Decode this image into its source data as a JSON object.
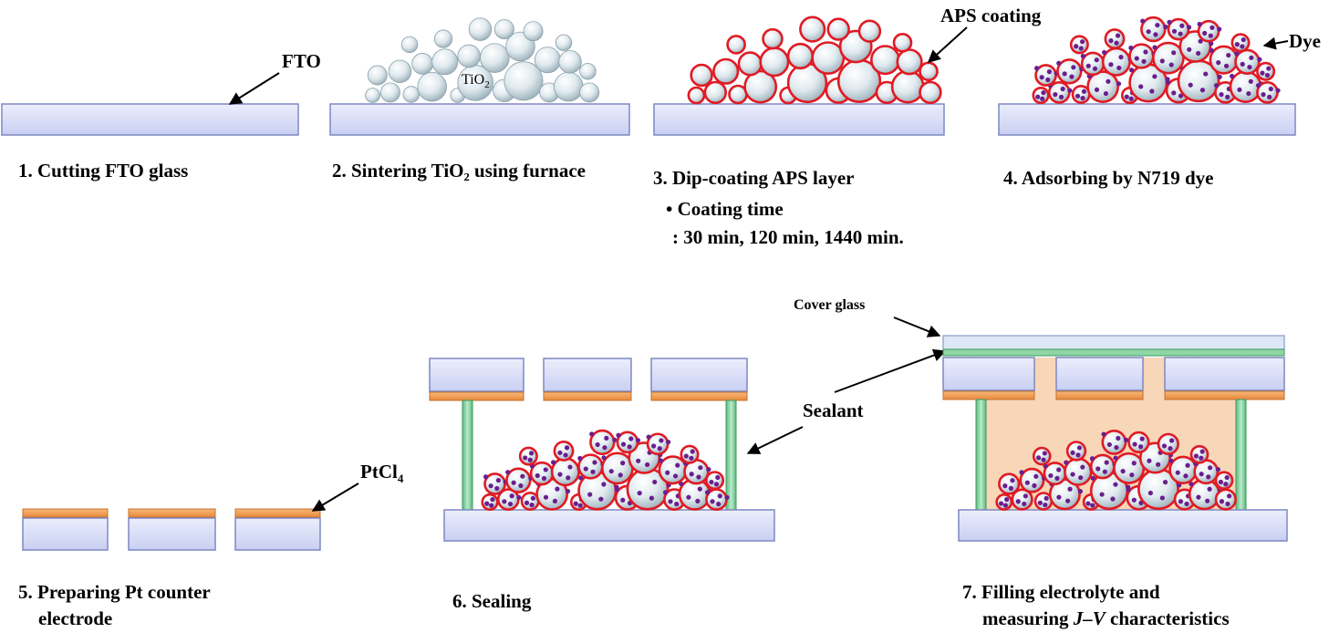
{
  "colors": {
    "glass_fill": "#d4d9f6",
    "glass_edge": "#7e88c2",
    "tio2_particle": "#dfe9ee",
    "aps_ring": "#e01b24",
    "dye": "#6a1e8e",
    "pt_layer": "#f09a50",
    "sealant": "#7fcf9a",
    "cover_glass": "#dde8f6",
    "electrolyte": "#f8d6b8"
  },
  "icons": [
    "arrow-icon"
  ],
  "labels": {
    "fto": "FTO",
    "tio2_base": "TiO",
    "tio2_sub": "2",
    "aps_coating": "APS coating",
    "dye": "Dye",
    "ptcl4_base": "PtCl",
    "ptcl4_sub": "4",
    "sealant": "Sealant",
    "cover_glass": "Cover glass"
  },
  "steps": {
    "s1": "1. Cutting FTO glass",
    "s2": "2. Sintering TiO₂ using furnace",
    "s3": "3. Dip-coating APS layer",
    "s3_bullet": "• Coating time",
    "s3_times": ": 30 min, 120 min, 1440 min.",
    "s4": "4. Adsorbing by N719 dye",
    "s5_line1": "5. Preparing Pt counter",
    "s5_line2": "electrode",
    "s6": "6. Sealing",
    "s7_line1": "7. Filling electrolyte and",
    "s7_line2_pre": "measuring ",
    "s7_line2_jv": "J–V",
    "s7_line2_post": " characteristics"
  }
}
